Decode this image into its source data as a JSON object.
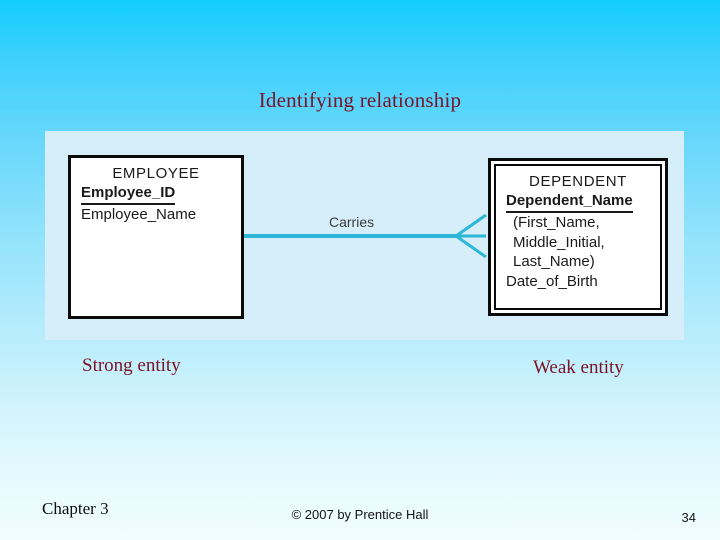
{
  "slide": {
    "title": "Identifying relationship",
    "background_top_color": "#12cdfd",
    "background_bottom_color": "#f0fdff",
    "panel_color": "#d6eef9",
    "accent_color": "#2cb6d8",
    "caption_color": "#7b1226"
  },
  "diagram": {
    "strong_entity": {
      "name": "EMPLOYEE",
      "attributes": [
        {
          "label": "Employee_ID",
          "is_identifier": true
        },
        {
          "label": "Employee_Name",
          "is_identifier": false
        }
      ]
    },
    "weak_entity": {
      "name": "DEPENDENT",
      "attributes": [
        {
          "label": "Dependent_Name",
          "is_identifier": true
        },
        {
          "label": "(First_Name,",
          "is_identifier": false,
          "indent": true
        },
        {
          "label": "Middle_Initial,",
          "is_identifier": false,
          "indent": true
        },
        {
          "label": "Last_Name)",
          "is_identifier": false,
          "indent": true
        },
        {
          "label": "Date_of_Birth",
          "is_identifier": false
        }
      ]
    },
    "relationship": {
      "label": "Carries",
      "line_color": "#2cb6d8",
      "cardinality_symbol": "crows-foot"
    }
  },
  "captions": {
    "strong": "Strong entity",
    "weak": "Weak entity"
  },
  "footer": {
    "chapter": "Chapter 3",
    "copyright": "© 2007 by Prentice Hall",
    "page_number": "34"
  }
}
